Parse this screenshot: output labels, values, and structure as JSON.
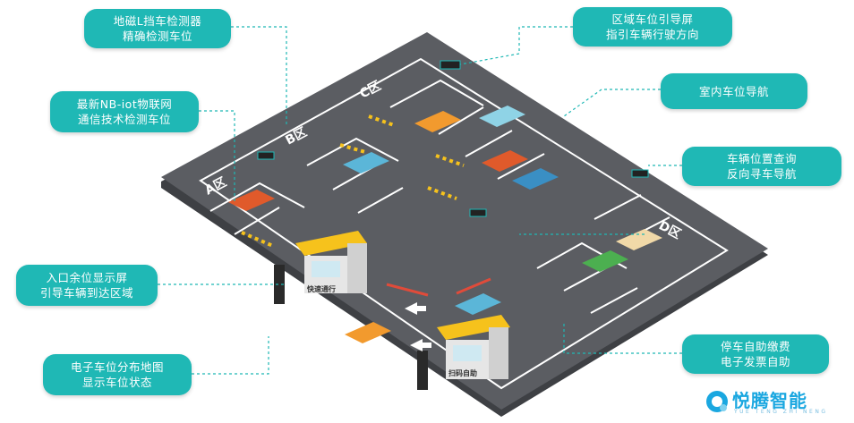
{
  "callouts": [
    {
      "id": "geomagnetic",
      "lines": [
        "地磁L挡车检测器",
        "精确检测车位"
      ]
    },
    {
      "id": "nbiot",
      "lines": [
        "最新NB-iot物联网",
        "通信技术检测车位"
      ]
    },
    {
      "id": "entrance",
      "lines": [
        "入口余位显示屏",
        "引导车辆到达区域"
      ]
    },
    {
      "id": "map",
      "lines": [
        "电子车位分布地图",
        "显示车位状态"
      ]
    },
    {
      "id": "zone-guide",
      "lines": [
        "区域车位引导屏",
        "指引车辆行驶方向"
      ]
    },
    {
      "id": "indoor-nav",
      "lines": [
        "室内车位导航"
      ]
    },
    {
      "id": "reverse",
      "lines": [
        "车辆位置查询",
        "反向寻车导航"
      ]
    },
    {
      "id": "payment",
      "lines": [
        "停车自助缴费",
        "电子发票自助"
      ]
    }
  ],
  "zones": {
    "a": "A区",
    "b": "B区",
    "c": "C区",
    "d": "D区"
  },
  "booth": {
    "sign": "快速通行",
    "sub": "扫码自助"
  },
  "logo": {
    "name": "悦腾智能",
    "sub": "YUE TENG ZHI NENG"
  },
  "colors": {
    "callout": "#1fb8b5",
    "asphalt": "#5b5d62",
    "lot_edge": "#3e4044",
    "booth_yellow": "#f6c21c",
    "logo": "#1aa7e0"
  }
}
